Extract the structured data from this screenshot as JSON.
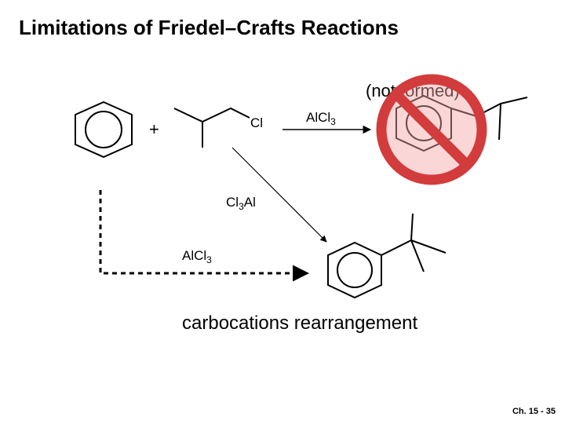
{
  "slide": {
    "title": "Limitations of Friedel–Crafts Reactions",
    "footer": "Ch. 15 - 35"
  },
  "scheme": {
    "plus": "+",
    "chlorine": "Cl",
    "catalyst_top": {
      "base": "AlCl",
      "sub": "3"
    },
    "not_formed": "(not formed)",
    "complex": {
      "pre": "Cl",
      "sub": "3",
      "post": "Al"
    },
    "catalyst_bottom": {
      "base": "AlCl",
      "sub": "3"
    },
    "caption": "carbocations rearrangement",
    "prohibited_color": "#d23c3c",
    "prohibited_fill": "#f3a3a3"
  }
}
